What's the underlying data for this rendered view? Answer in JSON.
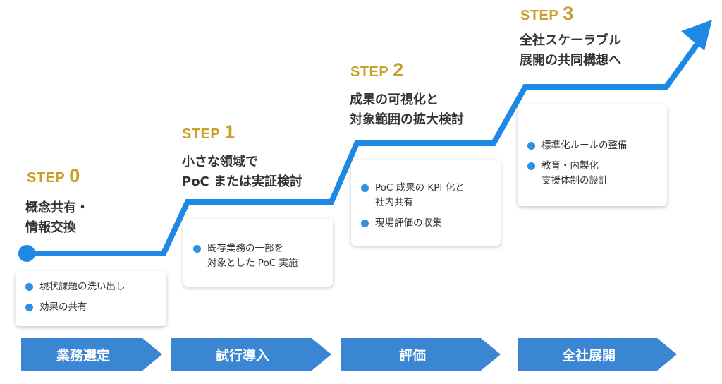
{
  "colors": {
    "accent": "#1e88e5",
    "step_gold": "#c7a02a",
    "phase_blue": "#3b86d2",
    "bullet_blue": "#2f8fe0"
  },
  "steps": [
    {
      "word": "STEP",
      "num": "0",
      "title": [
        "概念共有・",
        "情報交換"
      ],
      "bullets": [
        [
          "現状課題の洗い出し"
        ],
        [
          "効果の共有"
        ]
      ]
    },
    {
      "word": "STEP",
      "num": "1",
      "title": [
        "小さな領域で",
        "PoC または実証検討"
      ],
      "bullets": [
        [
          "既存業務の一部を",
          "対象とした PoC 実施"
        ]
      ]
    },
    {
      "word": "STEP",
      "num": "2",
      "title": [
        "成果の可視化と",
        "対象範囲の拡大検討"
      ],
      "bullets": [
        [
          "PoC 成果の KPI 化と",
          "社内共有"
        ],
        [
          "現場評価の収集"
        ]
      ]
    },
    {
      "word": "STEP",
      "num": "3",
      "title": [
        "全社スケーラブル",
        "展開の共同構想へ"
      ],
      "bullets": [
        [
          "標準化ルールの整備"
        ],
        [
          "教育・内製化",
          "支援体制の設計"
        ]
      ]
    }
  ],
  "phases": [
    "業務選定",
    "試行導入",
    "評価",
    "全社展開"
  ]
}
